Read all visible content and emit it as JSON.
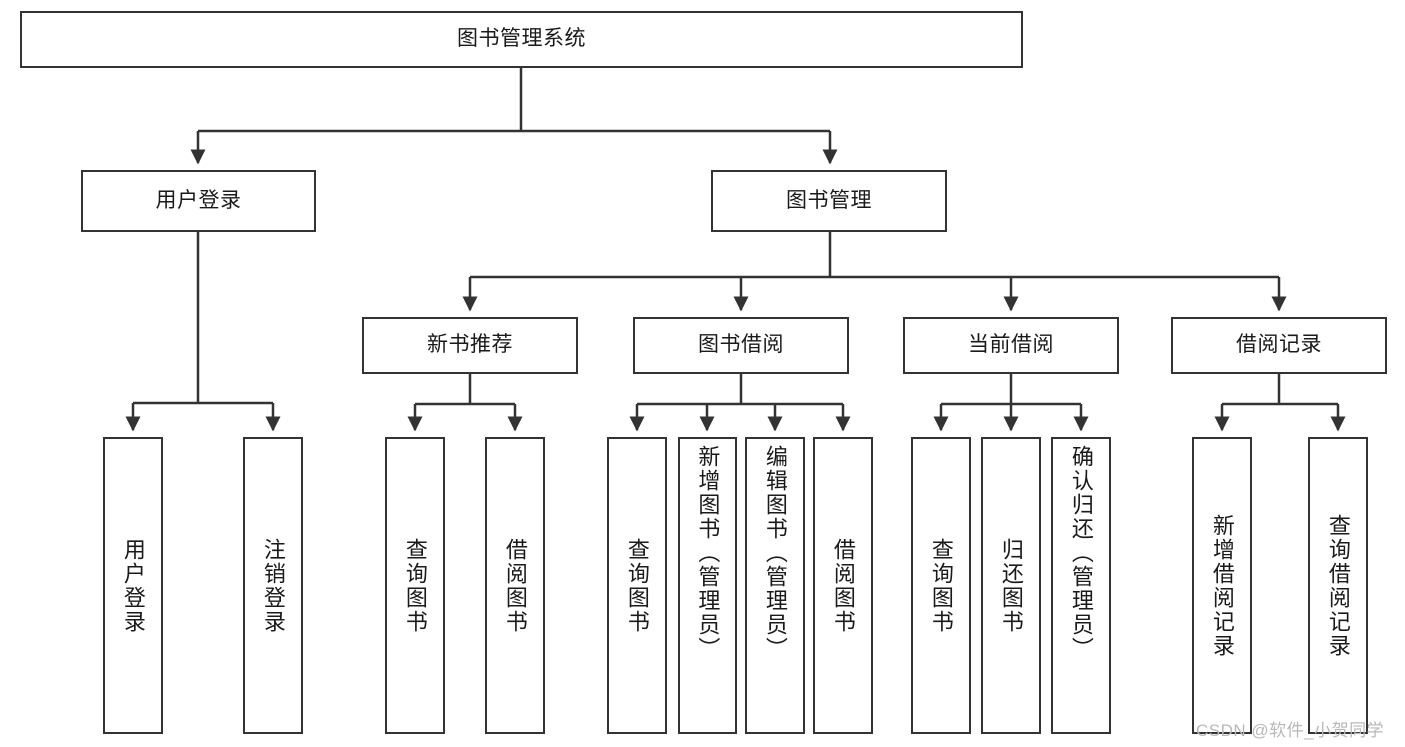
{
  "diagram": {
    "title": "图书管理系统",
    "levels": {
      "root": {
        "label": "图书管理系统"
      },
      "level2": [
        {
          "label": "用户登录"
        },
        {
          "label": "图书管理"
        }
      ],
      "level3": [
        {
          "label": "新书推荐"
        },
        {
          "label": "图书借阅"
        },
        {
          "label": "当前借阅"
        },
        {
          "label": "借阅记录"
        }
      ],
      "leaves": [
        {
          "label": "用户登录",
          "parent": "用户登录"
        },
        {
          "label": "注销登录",
          "parent": "用户登录"
        },
        {
          "label": "查询图书",
          "parent": "新书推荐"
        },
        {
          "label": "借阅图书",
          "parent": "新书推荐"
        },
        {
          "label": "查询图书",
          "parent": "图书借阅"
        },
        {
          "label": "新增图书（管理员）",
          "parent": "图书借阅"
        },
        {
          "label": "编辑图书（管理员）",
          "parent": "图书借阅"
        },
        {
          "label": "借阅图书",
          "parent": "图书借阅"
        },
        {
          "label": "查询图书",
          "parent": "当前借阅"
        },
        {
          "label": "归还图书",
          "parent": "当前借阅"
        },
        {
          "label": "确认归还（管理员）",
          "parent": "当前借阅"
        },
        {
          "label": "新增借阅记录",
          "parent": "借阅记录"
        },
        {
          "label": "查询借阅记录",
          "parent": "借阅记录"
        }
      ]
    },
    "colors": {
      "border": "#333333",
      "background": "#ffffff",
      "text": "#1a1a1a",
      "watermark": "#b8b8b8"
    }
  },
  "watermark": {
    "text": "CSDN @软件_小贺同学"
  }
}
